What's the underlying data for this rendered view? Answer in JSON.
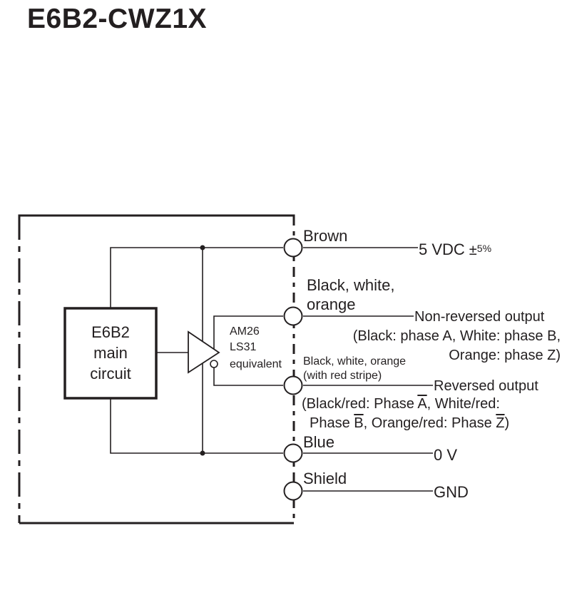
{
  "title": "E6B2-CWZ1X",
  "main_circuit": {
    "line1": "E6B2",
    "line2": "main",
    "line3": "circuit"
  },
  "driver": {
    "line1": "AM26",
    "line2": "LS31",
    "line3": "equivalent"
  },
  "wires": {
    "brown": {
      "label": "Brown",
      "signal": "5 VDC",
      "tolerance_sign": "±",
      "tolerance": "5%"
    },
    "non_reversed": {
      "label_line1": "Black, white,",
      "label_line2": "orange",
      "signal": "Non-reversed output",
      "note_line1": "(Black: phase A, White: phase B,",
      "note_line2": "Orange: phase Z)"
    },
    "reversed": {
      "label_line1": "Black, white, orange",
      "label_line2": "(with red stripe)",
      "signal": "Reversed output",
      "note_prefix": "(Black/red: Phase ",
      "phase_a": "A",
      "note_mid1": ", White/red:",
      "note_line2_prefix": "Phase ",
      "phase_b": "B",
      "note_mid2": ", Orange/red: Phase ",
      "phase_z": "Z",
      "note_suffix": ")"
    },
    "blue": {
      "label": "Blue",
      "signal": "0 V"
    },
    "shield": {
      "label": "Shield",
      "signal": "GND"
    }
  }
}
